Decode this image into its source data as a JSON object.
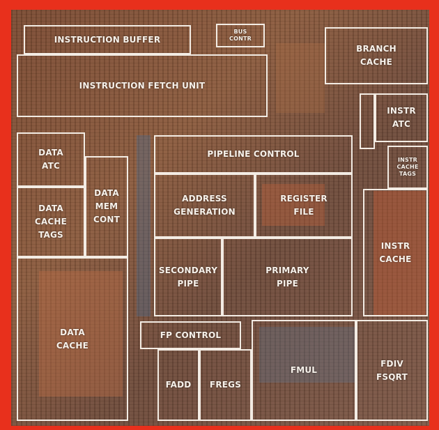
{
  "colors": {
    "frame": "#e8301c",
    "die": "#7a4a31",
    "outline": "#f3ece4",
    "label": "#f7f1ea"
  },
  "blocks": {
    "instruction_buffer": "INSTRUCTION BUFFER",
    "bus_control": "BUS\nCONTR",
    "branch_cache": "BRANCH\nCACHE",
    "instruction_fetch_unit": "INSTRUCTION FETCH UNIT",
    "instr_atc": "INSTR\nATC",
    "vertical_strip": "",
    "data_atc": "DATA\nATC",
    "data_mem_cont": "DATA\nMEM\nCONT",
    "data_cache_tags": "DATA\nCACHE\nTAGS",
    "data_cache": "DATA\nCACHE",
    "pipeline_control": "PIPELINE CONTROL",
    "address_generation": "ADDRESS\nGENERATION",
    "register_file": "REGISTER\nFILE",
    "secondary_pipe": "SECONDARY\nPIPE",
    "primary_pipe": "PRIMARY\nPIPE",
    "instr_cache_tags": "INSTR\nCACHE\nTAGS",
    "instr_cache": "INSTR\nCACHE",
    "fp_control": "FP CONTROL",
    "fadd": "FADD",
    "fregs": "FREGS",
    "fmul": "FMUL",
    "fdiv_fsqrt": "FDIV\nFSQRT"
  }
}
